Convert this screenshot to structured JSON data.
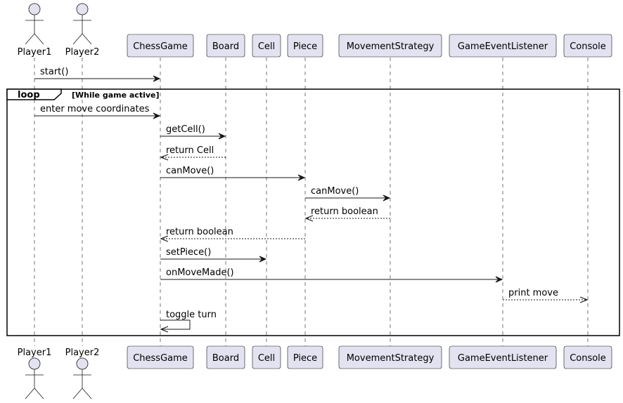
{
  "diagram": {
    "type": "sequence",
    "participants": [
      {
        "id": "Player1",
        "label": "Player1",
        "kind": "actor"
      },
      {
        "id": "Player2",
        "label": "Player2",
        "kind": "actor"
      },
      {
        "id": "ChessGame",
        "label": "ChessGame",
        "kind": "participant"
      },
      {
        "id": "Board",
        "label": "Board",
        "kind": "participant"
      },
      {
        "id": "Cell",
        "label": "Cell",
        "kind": "participant"
      },
      {
        "id": "Piece",
        "label": "Piece",
        "kind": "participant"
      },
      {
        "id": "MovementStrategy",
        "label": "MovementStrategy",
        "kind": "participant"
      },
      {
        "id": "GameEventListener",
        "label": "GameEventListener",
        "kind": "participant"
      },
      {
        "id": "Console",
        "label": "Console",
        "kind": "participant"
      }
    ],
    "loop": {
      "keyword": "loop",
      "condition": "[While game active]"
    },
    "messages": [
      {
        "from": "Player1",
        "to": "ChessGame",
        "label": "start()",
        "style": "solid"
      },
      {
        "from": "Player1",
        "to": "ChessGame",
        "label": "enter move coordinates",
        "style": "solid"
      },
      {
        "from": "ChessGame",
        "to": "Board",
        "label": "getCell()",
        "style": "solid"
      },
      {
        "from": "Board",
        "to": "ChessGame",
        "label": "return Cell",
        "style": "dashed"
      },
      {
        "from": "ChessGame",
        "to": "Piece",
        "label": "canMove()",
        "style": "solid"
      },
      {
        "from": "Piece",
        "to": "MovementStrategy",
        "label": "canMove()",
        "style": "solid"
      },
      {
        "from": "MovementStrategy",
        "to": "Piece",
        "label": "return boolean",
        "style": "dashed"
      },
      {
        "from": "Piece",
        "to": "ChessGame",
        "label": "return boolean",
        "style": "dashed"
      },
      {
        "from": "ChessGame",
        "to": "Cell",
        "label": "setPiece()",
        "style": "solid"
      },
      {
        "from": "ChessGame",
        "to": "GameEventListener",
        "label": "onMoveMade()",
        "style": "solid"
      },
      {
        "from": "GameEventListener",
        "to": "Console",
        "label": "print move",
        "style": "dashed"
      },
      {
        "from": "ChessGame",
        "to": "ChessGame",
        "label": "toggle turn",
        "style": "solid"
      }
    ]
  }
}
